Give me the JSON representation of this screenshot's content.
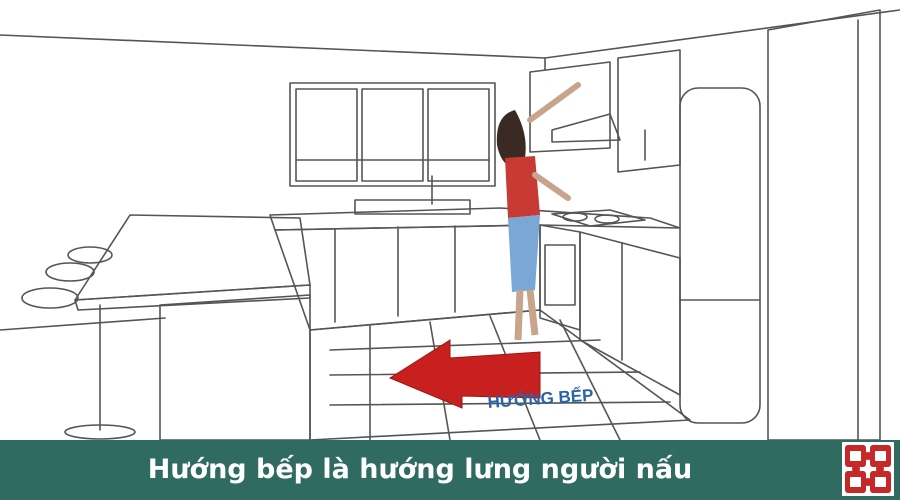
{
  "scene": {
    "arrow_label": "HƯỚNG BẾP"
  },
  "caption": {
    "text": "Hướng bếp là hướng lưng người nấu"
  },
  "colors": {
    "caption_bg": "#2f6b61",
    "caption_text": "#ffffff",
    "arrow": "#c8201e",
    "arrow_label": "#2b63a8",
    "logo": "#c62828",
    "line": "#555555"
  },
  "icons": [
    "kitchen-illustration",
    "direction-arrow",
    "company-logo"
  ]
}
